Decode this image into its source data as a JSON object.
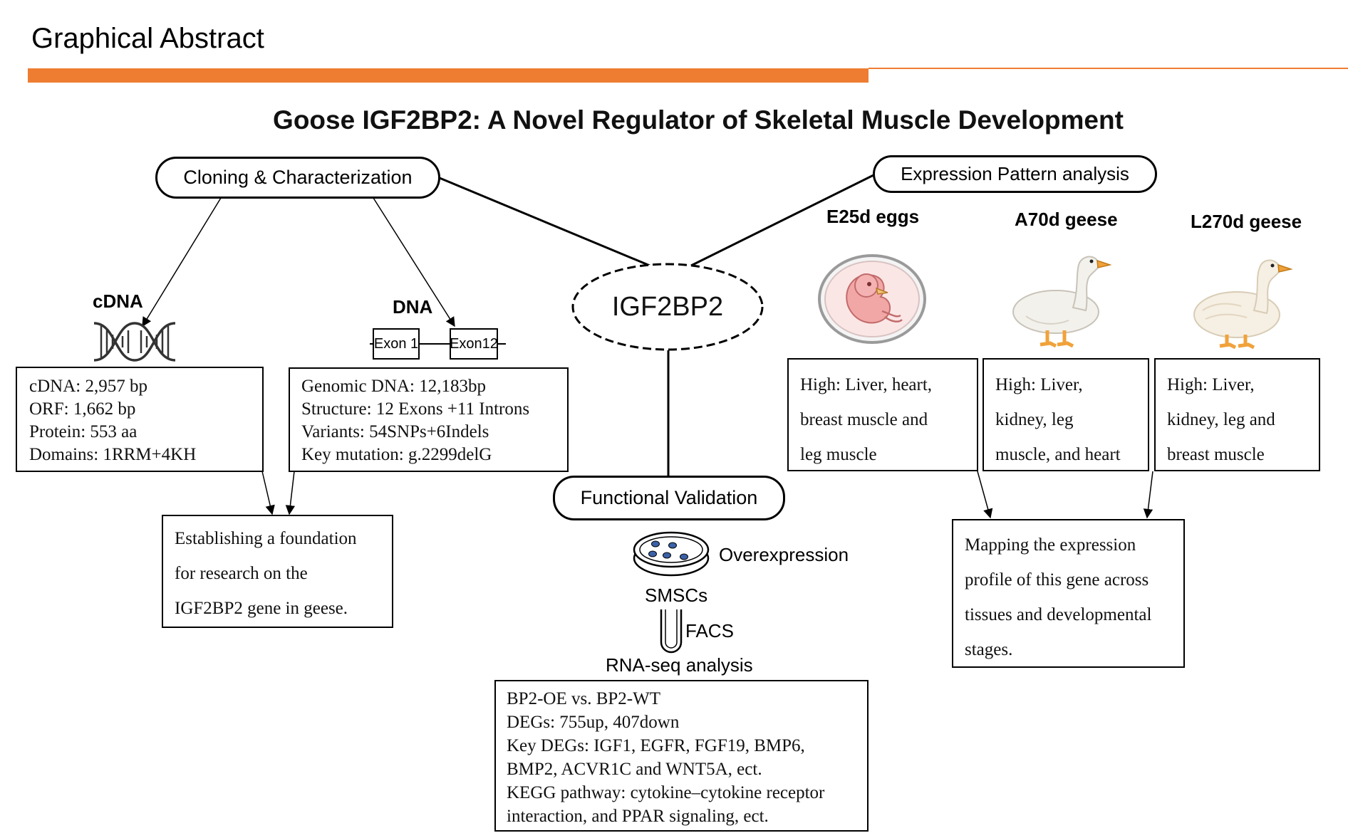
{
  "header": {
    "title": "Graphical Abstract"
  },
  "title": "Goose IGF2BP2: A Novel Regulator of Skeletal Muscle Development",
  "center_node": "IGF2BP2",
  "cloning": {
    "label": "Cloning & Characterization",
    "cdna_label": "cDNA",
    "dna_label": "DNA",
    "exon_labels": [
      "Exon 1",
      "Exon12"
    ],
    "cdna_box": [
      "cDNA: 2,957 bp",
      "ORF: 1,662 bp",
      "Protein: 553 aa",
      "Domains: 1RRM+4KH"
    ],
    "dna_box": [
      "Genomic DNA: 12,183bp",
      "Structure: 12 Exons +11 Introns",
      "Variants: 54SNPs+6Indels",
      "Key mutation: g.2299delG"
    ],
    "conclusion": [
      "Establishing a foundation",
      "for research on the",
      "IGF2BP2 gene in geese."
    ]
  },
  "expression": {
    "label": "Expression Pattern analysis",
    "stages": [
      {
        "name": "E25d  eggs",
        "icon": "goose-embryo-icon",
        "lines": [
          "High: Liver, heart,",
          "breast muscle and",
          "leg muscle"
        ]
      },
      {
        "name": "A70d geese",
        "icon": "young-goose-icon",
        "lines": [
          "High: Liver,",
          "kidney, leg",
          "muscle, and heart"
        ]
      },
      {
        "name": "L270d geese",
        "icon": "adult-goose-icon",
        "lines": [
          "High: Liver,",
          "kidney, leg and",
          "breast muscle"
        ]
      }
    ],
    "conclusion": [
      "Mapping the expression",
      "profile of this gene across",
      "tissues and developmental",
      "stages."
    ]
  },
  "functional": {
    "label": "Functional Validation",
    "overexpression": "Overexpression",
    "cells": "SMSCs",
    "facs": "FACS",
    "rnaseq": "RNA-seq analysis",
    "results": [
      "BP2-OE vs. BP2-WT",
      "DEGs: 755up, 407down",
      "Key DEGs:  IGF1, EGFR, FGF19, BMP6,",
      "BMP2, ACVR1C and WNT5A, ect.",
      "KEGG pathway: cytokine–cytokine receptor",
      "interaction, and PPAR signaling, ect."
    ]
  },
  "colors": {
    "accent": "#ee7d32",
    "embryo": "#f2a7a7",
    "dish_cells": "#3b62a8",
    "goose_beak": "#f0a23a"
  }
}
